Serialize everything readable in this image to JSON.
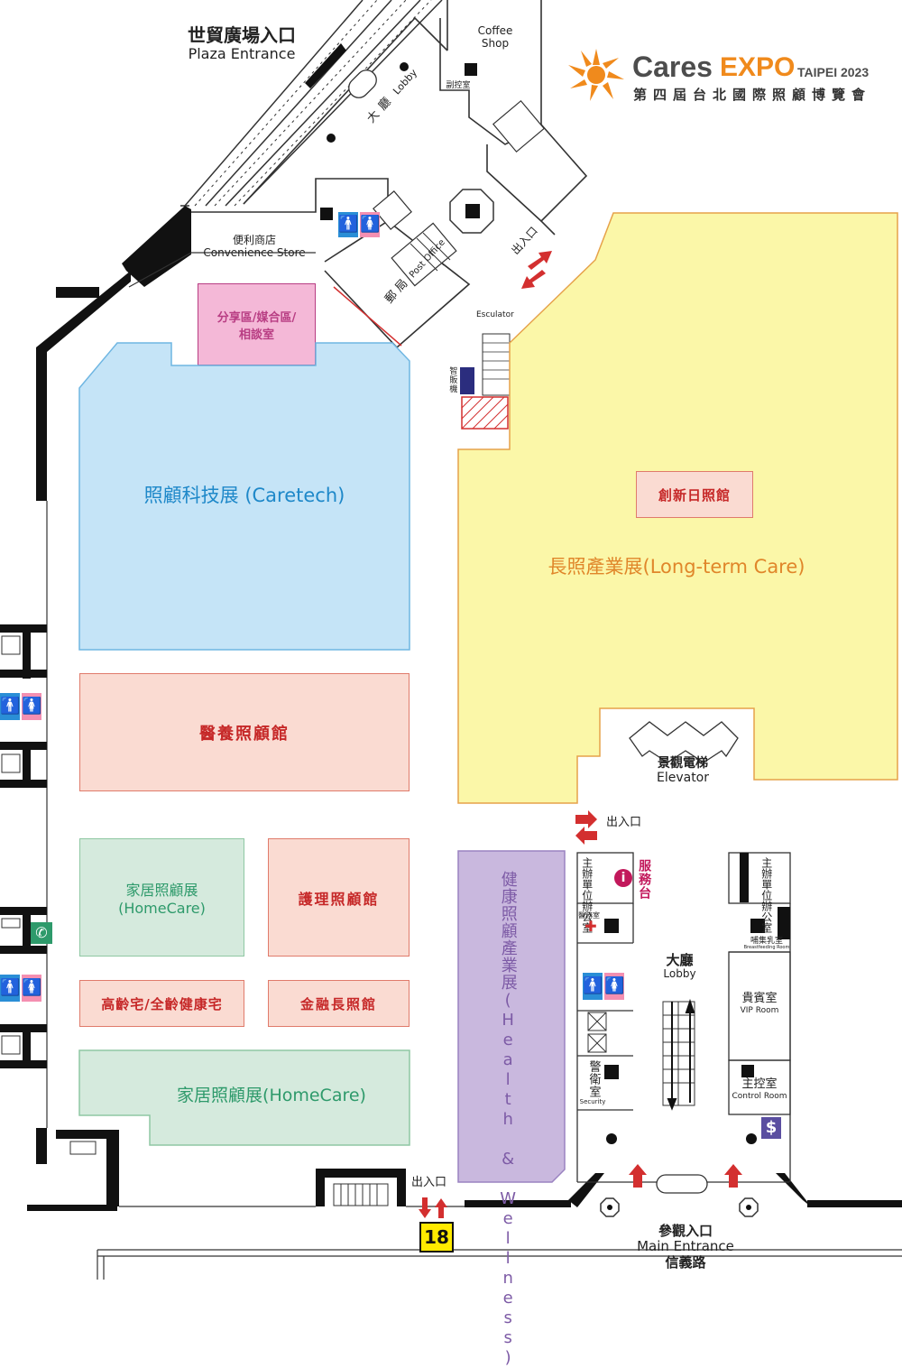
{
  "logo": {
    "brand_cares": "Cares",
    "brand_expo": "EXPO",
    "city_year": "TAIPEI 2023",
    "subtitle": "第四屆台北國際照顧博覽會",
    "colors": {
      "orange": "#f08a1c",
      "gray": "#4d4d4d"
    }
  },
  "entrances": {
    "plaza_zh": "世貿廣場入口",
    "plaza_en": "Plaza Entrance",
    "main_zh": "參觀入口",
    "main_en": "Main Entrance",
    "main_road": "信義路",
    "exit_label": "出入口",
    "gate_number": "18"
  },
  "facilities": {
    "coffee_shop": "Coffee\nShop",
    "deputy_control": "副控室",
    "lobby_zh": "大廳",
    "lobby_en": "Lobby",
    "store_zh": "便利商店",
    "store_en": "Convenience Store",
    "post_zh": "郵局",
    "post_en": "Post Office",
    "escalator": "Esculator",
    "vending": "智販機",
    "elevator_zh": "景觀電梯",
    "elevator_en": "Elevator",
    "service_desk": "服務台",
    "organizer_office": "主辦單位辦公室",
    "medical": "醫務室",
    "security_zh": "警衛室",
    "security_en": "Security",
    "lobby2_zh": "大廳",
    "lobby2_en": "Lobby",
    "breastfeeding_zh": "哺集乳室",
    "breastfeeding_en": "Breastfeeding Room",
    "vip_zh": "貴賓室",
    "vip_en": "VIP Room",
    "control_zh": "主控室",
    "control_en": "Control Room"
  },
  "zones": {
    "sharing": "分享區/媒合區/\n相談室",
    "caretech": "照顧科技展 (Caretech)",
    "longterm": "長照產業展(Long-term Care)",
    "innovation": "創新日照館",
    "medical_care": "醫養照顧館",
    "homecare_a": "家居照顧展\n(HomeCare)",
    "nursing": "護理照顧館",
    "senior_housing": "高齡宅/全齡健康宅",
    "finance": "金融長照館",
    "homecare_b": "家居照顧展(HomeCare)",
    "health": "健康照顧產業展(Health & Wellness)"
  },
  "zone_colors": {
    "caretech_fill": "#c5e4f7",
    "caretech_text": "#1e88c9",
    "longterm_fill": "#fbf7a8",
    "longterm_text": "#e0862a",
    "health_fill": "#c9b8de",
    "health_text": "#7d5ba6",
    "homecare_text": "#2e9a6b",
    "salmon_text": "#c62828"
  },
  "icons": [
    "restroom-icon",
    "info-icon",
    "first-aid-icon",
    "dollar-atm-icon",
    "exit-arrow-icon",
    "accessible-phone-icon"
  ]
}
